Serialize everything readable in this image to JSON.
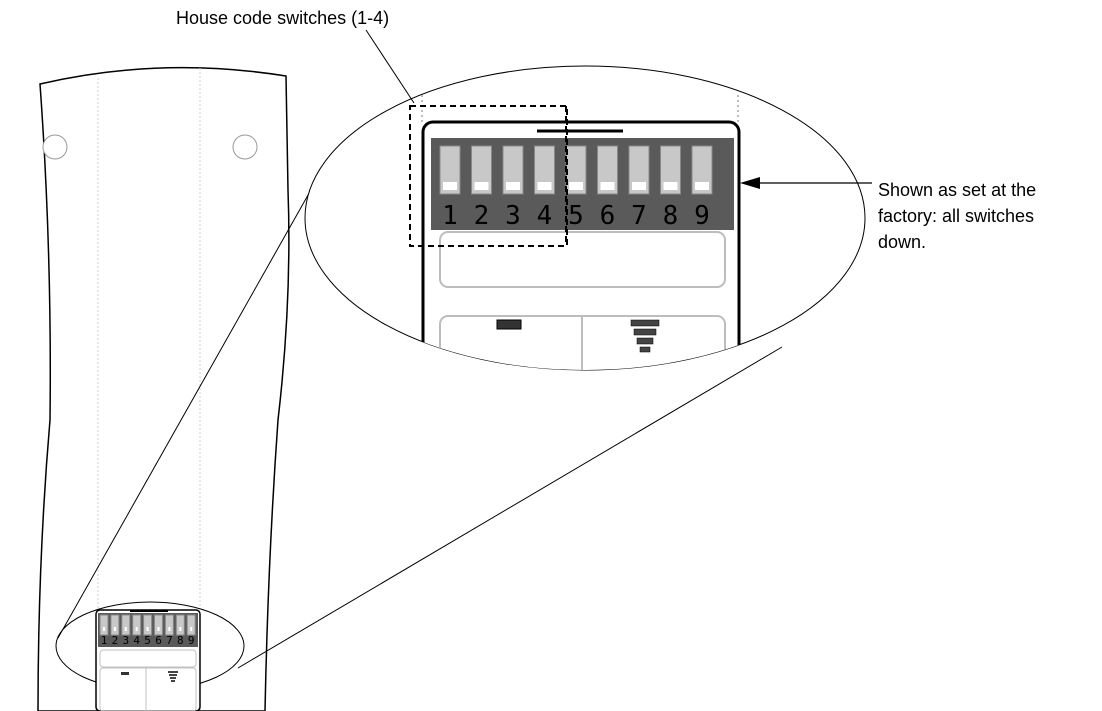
{
  "labels": {
    "top": "House code switches (1-4)",
    "right_line1": "Shown as set at the",
    "right_line2": "factory: all switches",
    "right_line3": "down."
  },
  "switches": [
    "1",
    "2",
    "3",
    "4",
    "5",
    "6",
    "7",
    "8",
    "9"
  ],
  "house_code_switch_count": 4,
  "switch_position": "down",
  "colors": {
    "panel": "#5a5a5a",
    "switch": "#c8c8c8",
    "line": "#000000",
    "faint": "#bdbdbd"
  }
}
